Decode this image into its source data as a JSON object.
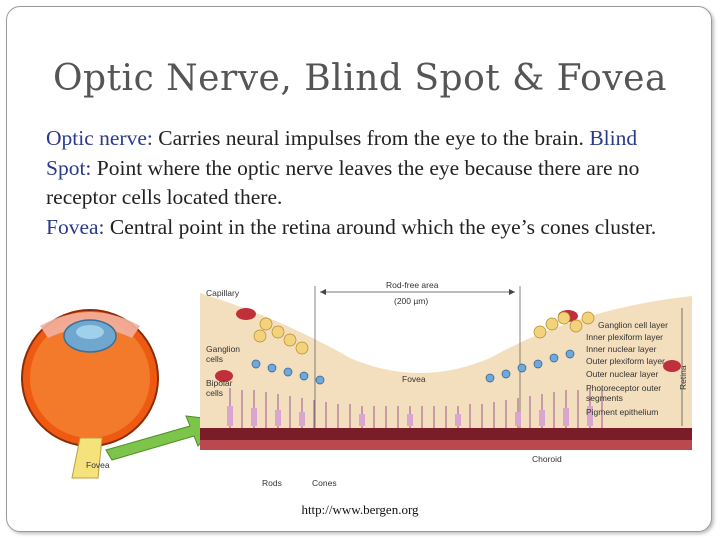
{
  "slide": {
    "title": "Optic Nerve, Blind Spot & Fovea",
    "paragraph": [
      {
        "term": "Optic nerve:",
        "text": " Carries neural impulses from the eye to the brain. "
      },
      {
        "term": "Blind Spot:",
        "text": " Point where the optic nerve leaves the eye because there are no receptor cells located there. "
      },
      {
        "term": "Fovea:",
        "text": " Central point in the retina around which the eye’s cones cluster."
      }
    ],
    "caption": "http://www.bergen.org"
  },
  "figure": {
    "eye_label": "Fovea",
    "retina_labels": {
      "capillary": "Capillary",
      "rod_free_area": "Rod-free area",
      "rod_free_size": "(200 µm)",
      "ganglion_cells_1": "Ganglion",
      "ganglion_cells_2": "cells",
      "bipolar_cells_1": "Bipolar",
      "bipolar_cells_2": "cells",
      "fovea": "Fovea",
      "rods": "Rods",
      "cones": "Cones",
      "choroid": "Choroid",
      "retina": "Retina",
      "layers": [
        "Ganglion cell layer",
        "Inner plexiform layer",
        "Inner nuclear layer",
        "Outer plexiform layer",
        "Outer nuclear layer",
        "Photoreceptor outer",
        "segments",
        "Pigment epithelium"
      ]
    }
  },
  "colors": {
    "term": "#2a3a8a",
    "retina_tissue": "#f3dfbd",
    "eye_orange": "#ee5a12",
    "arrow_green": "#7cc44a",
    "capillary_red": "#c0303a"
  }
}
